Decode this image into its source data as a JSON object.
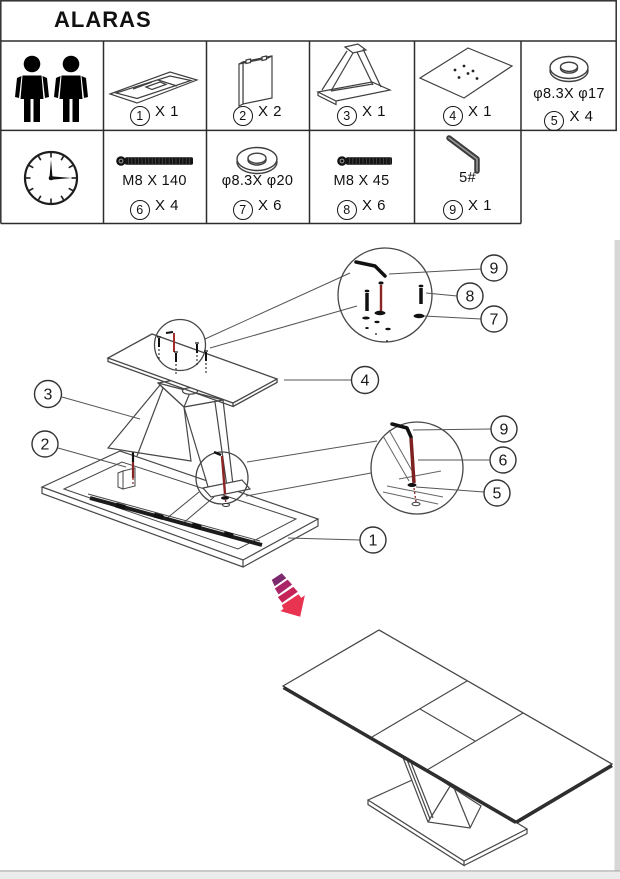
{
  "title": "ALARAS",
  "icons": {
    "people": "two-person-icon",
    "clock": "clock-icon",
    "arrow": "transform-arrow-icon"
  },
  "parts": [
    {
      "num": "1",
      "qty": "X 1",
      "spec": "",
      "thumb": "runner-frame"
    },
    {
      "num": "2",
      "qty": "X 2",
      "spec": "",
      "thumb": "side-panel"
    },
    {
      "num": "3",
      "qty": "X 1",
      "spec": "",
      "thumb": "pedestal"
    },
    {
      "num": "4",
      "qty": "X 1",
      "spec": "",
      "thumb": "top-panel"
    },
    {
      "num": "5",
      "qty": "X 4",
      "spec": "φ8.3X φ17",
      "thumb": "washer-small"
    },
    {
      "num": "6",
      "qty": "X 4",
      "spec": "M8 X 140",
      "thumb": "bolt-long"
    },
    {
      "num": "7",
      "qty": "X 6",
      "spec": "φ8.3X φ20",
      "thumb": "washer-large"
    },
    {
      "num": "8",
      "qty": "X 6",
      "spec": "M8 X 45",
      "thumb": "bolt-short"
    },
    {
      "num": "9",
      "qty": "X 1",
      "spec": "5#",
      "thumb": "allen-key"
    }
  ],
  "diagram": {
    "top_detail_callouts": [
      "9",
      "8",
      "7"
    ],
    "right_detail_callouts": [
      "9",
      "6",
      "5"
    ],
    "part_callouts": [
      "4",
      "3",
      "2",
      "1"
    ]
  },
  "colors": {
    "line": "#474747",
    "table_line": "#2d2d2d",
    "hardware": "#141414",
    "bolt_red": "#8b2525",
    "arrow_purple": "#7d2a6e",
    "arrow_magenta": "#aa2668",
    "arrow_crimson": "#c62458",
    "arrow_red": "#e83450"
  }
}
